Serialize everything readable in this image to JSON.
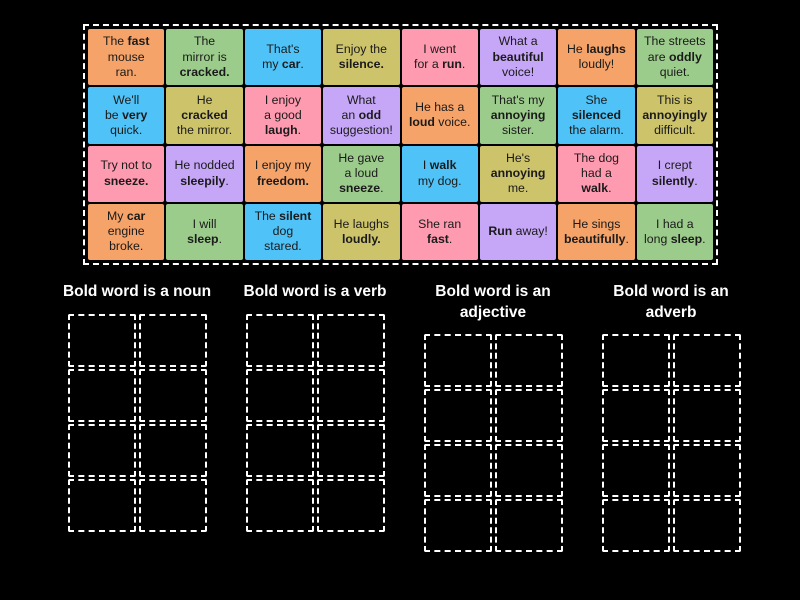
{
  "activity": {
    "type": "group-sort",
    "background_color": "#000000"
  },
  "colors": {
    "orange": "#F5A368",
    "green": "#9CCC8B",
    "blue": "#4FC3F7",
    "khaki": "#CCC36B",
    "pink": "#FF9BB0",
    "purple": "#C6A6F7",
    "tile_text": "#1a1a1a",
    "dashed_border": "#FFFFFF",
    "title_text": "#FFFFFF"
  },
  "tile_pool": {
    "name": "draggable-tiles",
    "rows": [
      [
        {
          "id": "t1",
          "color": "orange",
          "lines": [
            [
              "The ",
              "fast"
            ],
            [
              "mouse"
            ],
            [
              "ran."
            ]
          ],
          "bold_word": "fast"
        },
        {
          "id": "t2",
          "color": "green",
          "lines": [
            [
              "The"
            ],
            [
              "mirror is"
            ],
            [
              "",
              "cracked."
            ]
          ],
          "bold_word": "cracked"
        },
        {
          "id": "t3",
          "color": "blue",
          "lines": [
            [
              "That's"
            ],
            [
              "my ",
              "car",
              "."
            ]
          ],
          "bold_word": "car"
        },
        {
          "id": "t4",
          "color": "khaki",
          "lines": [
            [
              "Enjoy the"
            ],
            [
              "",
              "silence."
            ]
          ],
          "bold_word": "silence"
        },
        {
          "id": "t5",
          "color": "pink",
          "lines": [
            [
              "I went"
            ],
            [
              "for a ",
              "run",
              "."
            ]
          ],
          "bold_word": "run"
        },
        {
          "id": "t6",
          "color": "purple",
          "lines": [
            [
              "What a"
            ],
            [
              "",
              "beautiful"
            ],
            [
              "voice!"
            ]
          ],
          "bold_word": "beautiful"
        },
        {
          "id": "t7",
          "color": "orange",
          "lines": [
            [
              "He ",
              "laughs"
            ],
            [
              "loudly!"
            ]
          ],
          "bold_word": "laughs"
        },
        {
          "id": "t8",
          "color": "green",
          "lines": [
            [
              "The streets"
            ],
            [
              "are ",
              "oddly"
            ],
            [
              "quiet."
            ]
          ],
          "bold_word": "oddly"
        }
      ],
      [
        {
          "id": "t9",
          "color": "blue",
          "lines": [
            [
              "We'll"
            ],
            [
              "be ",
              "very"
            ],
            [
              "quick."
            ]
          ],
          "bold_word": "very"
        },
        {
          "id": "t10",
          "color": "khaki",
          "lines": [
            [
              "He"
            ],
            [
              "",
              "cracked"
            ],
            [
              "the mirror."
            ]
          ],
          "bold_word": "cracked"
        },
        {
          "id": "t11",
          "color": "pink",
          "lines": [
            [
              "I enjoy"
            ],
            [
              "a good"
            ],
            [
              "",
              "laugh",
              "."
            ]
          ],
          "bold_word": "laugh"
        },
        {
          "id": "t12",
          "color": "purple",
          "lines": [
            [
              "What"
            ],
            [
              "an ",
              "odd"
            ],
            [
              "suggestion!"
            ]
          ],
          "bold_word": "odd"
        },
        {
          "id": "t13",
          "color": "orange",
          "lines": [
            [
              "He has a"
            ],
            [
              "",
              "loud",
              " voice."
            ]
          ],
          "bold_word": "loud"
        },
        {
          "id": "t14",
          "color": "green",
          "lines": [
            [
              "That's my"
            ],
            [
              "",
              "annoying"
            ],
            [
              "sister."
            ]
          ],
          "bold_word": "annoying"
        },
        {
          "id": "t15",
          "color": "blue",
          "lines": [
            [
              "She"
            ],
            [
              "",
              "silenced"
            ],
            [
              "the alarm."
            ]
          ],
          "bold_word": "silenced"
        },
        {
          "id": "t16",
          "color": "khaki",
          "lines": [
            [
              "This is"
            ],
            [
              "",
              "annoyingly"
            ],
            [
              "difficult."
            ]
          ],
          "bold_word": "annoyingly"
        }
      ],
      [
        {
          "id": "t17",
          "color": "pink",
          "lines": [
            [
              "Try not to"
            ],
            [
              "",
              "sneeze."
            ]
          ],
          "bold_word": "sneeze"
        },
        {
          "id": "t18",
          "color": "purple",
          "lines": [
            [
              "He nodded"
            ],
            [
              "",
              "sleepily",
              "."
            ]
          ],
          "bold_word": "sleepily"
        },
        {
          "id": "t19",
          "color": "orange",
          "lines": [
            [
              "I enjoy my"
            ],
            [
              "",
              "freedom."
            ]
          ],
          "bold_word": "freedom"
        },
        {
          "id": "t20",
          "color": "green",
          "lines": [
            [
              "He gave"
            ],
            [
              "a loud"
            ],
            [
              "",
              "sneeze",
              "."
            ]
          ],
          "bold_word": "sneeze"
        },
        {
          "id": "t21",
          "color": "blue",
          "lines": [
            [
              "I ",
              "walk"
            ],
            [
              "my dog."
            ]
          ],
          "bold_word": "walk"
        },
        {
          "id": "t22",
          "color": "khaki",
          "lines": [
            [
              "He's"
            ],
            [
              "",
              "annoying"
            ],
            [
              "me."
            ]
          ],
          "bold_word": "annoying"
        },
        {
          "id": "t23",
          "color": "pink",
          "lines": [
            [
              "The dog"
            ],
            [
              "had a"
            ],
            [
              "",
              "walk",
              "."
            ]
          ],
          "bold_word": "walk"
        },
        {
          "id": "t24",
          "color": "purple",
          "lines": [
            [
              "I crept"
            ],
            [
              "",
              "silently",
              "."
            ]
          ],
          "bold_word": "silently"
        }
      ],
      [
        {
          "id": "t25",
          "color": "orange",
          "lines": [
            [
              "My ",
              "car"
            ],
            [
              "engine"
            ],
            [
              "broke."
            ]
          ],
          "bold_word": "car"
        },
        {
          "id": "t26",
          "color": "green",
          "lines": [
            [
              "I will"
            ],
            [
              "",
              "sleep",
              "."
            ]
          ],
          "bold_word": "sleep"
        },
        {
          "id": "t27",
          "color": "blue",
          "lines": [
            [
              "The ",
              "silent"
            ],
            [
              "dog"
            ],
            [
              "stared."
            ]
          ],
          "bold_word": "silent"
        },
        {
          "id": "t28",
          "color": "khaki",
          "lines": [
            [
              "He laughs"
            ],
            [
              "",
              "loudly."
            ]
          ],
          "bold_word": "loudly"
        },
        {
          "id": "t29",
          "color": "pink",
          "lines": [
            [
              "She ran"
            ],
            [
              "",
              "fast",
              "."
            ]
          ],
          "bold_word": "fast"
        },
        {
          "id": "t30",
          "color": "purple",
          "lines": [
            [
              "",
              "Run",
              " away!"
            ]
          ],
          "bold_word": "Run"
        },
        {
          "id": "t31",
          "color": "orange",
          "lines": [
            [
              "He sings"
            ],
            [
              "",
              "beautifully",
              "."
            ]
          ],
          "bold_word": "beautifully"
        },
        {
          "id": "t32",
          "color": "green",
          "lines": [
            [
              "I had a"
            ],
            [
              "long ",
              "sleep",
              "."
            ]
          ],
          "bold_word": "sleep"
        }
      ]
    ]
  },
  "categories": [
    {
      "id": "cat-noun",
      "title": "Bold word is a noun",
      "slots": 8
    },
    {
      "id": "cat-verb",
      "title": "Bold word is a verb",
      "slots": 8
    },
    {
      "id": "cat-adjective",
      "title": "Bold word is an adjective",
      "slots": 8
    },
    {
      "id": "cat-adverb",
      "title": "Bold word is an adverb",
      "slots": 8
    }
  ]
}
